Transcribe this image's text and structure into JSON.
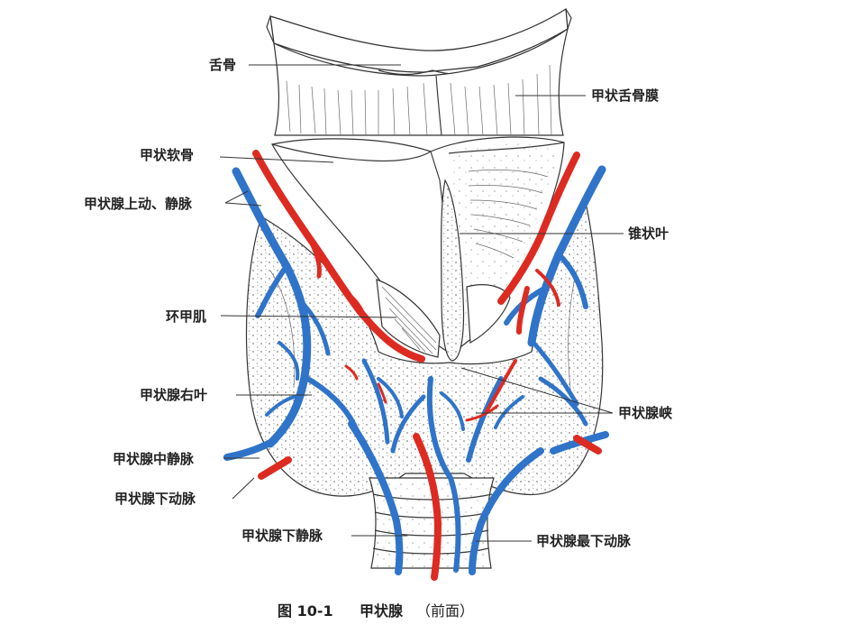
{
  "labels": {
    "hyoid": "舌骨",
    "thyrohyoid_membrane": "甲状舌骨膜",
    "thyroid_cartilage": "甲状软骨",
    "superior_vessels": "甲状腺上动、静脉",
    "pyramidal_lobe": "锥状叶",
    "cricothyroid": "环甲肌",
    "right_lobe": "甲状腺右叶",
    "isthmus": "甲状腺峡",
    "middle_vein": "甲状腺中静脉",
    "inferior_artery": "甲状腺下动脉",
    "inferior_vein": "甲状腺下静脉",
    "ima_artery": "甲状腺最下动脉"
  },
  "caption": {
    "number": "图 10-1",
    "title": "甲状腺",
    "note": "（前面）"
  },
  "colors": {
    "vein": "#2f74c9",
    "artery": "#dd2b22",
    "outline": "#333333",
    "text": "#222222"
  }
}
